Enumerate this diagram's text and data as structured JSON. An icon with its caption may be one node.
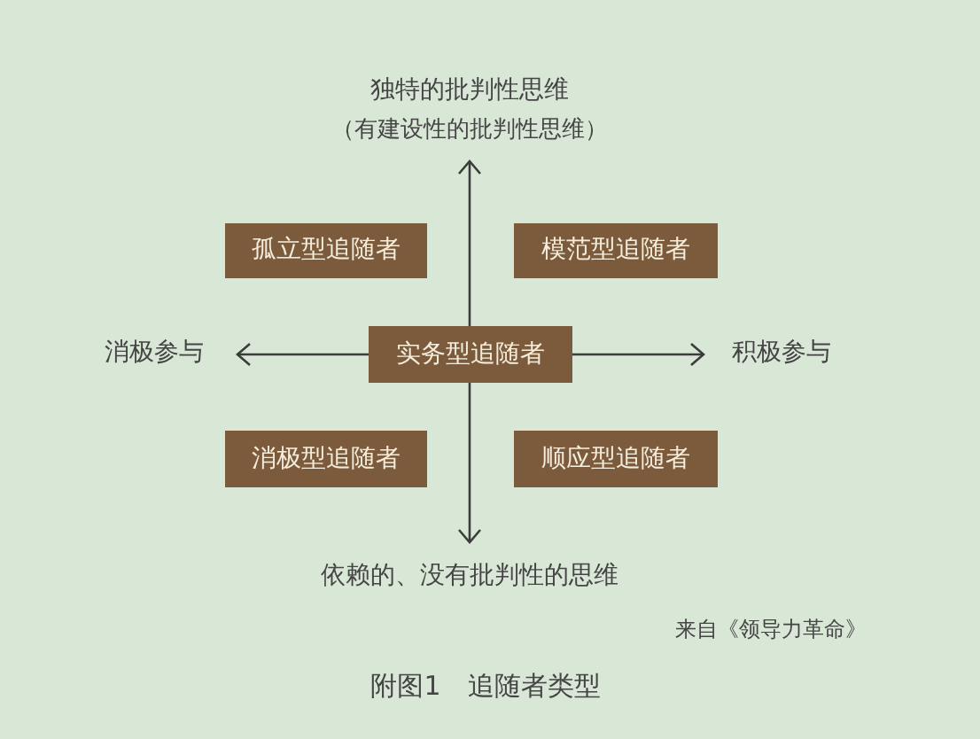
{
  "diagram": {
    "caption": "附图1　追随者类型",
    "nodes": [
      {
        "text": [
          "孤立型追随者"
        ]
      },
      {
        "text": [
          "模范型追随者"
        ]
      },
      {
        "text": [
          "实务型追随者"
        ]
      },
      {
        "text": [
          "消极型追随者"
        ]
      },
      {
        "text": [
          "顺应型追随者"
        ]
      }
    ],
    "labels": [
      "独特的批判性思维",
      "（有建设性的批判性思维）",
      "消极参与",
      "积极参与",
      "依赖的、没有批判性的思维",
      "来自《领导力革命》"
    ]
  }
}
